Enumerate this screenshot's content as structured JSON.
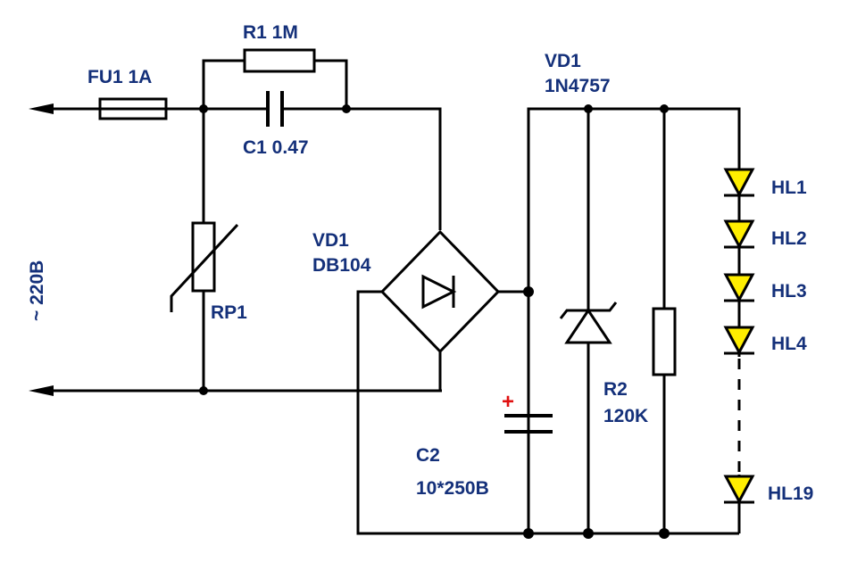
{
  "labels": {
    "fuse": "FU1 1A",
    "r1": "R1 1M",
    "c1": "C1 0.47",
    "mains": "~ 220B",
    "varistor": "RP1",
    "bridge_name": "VD1",
    "bridge_part": "DB104",
    "zener_name": "VD1",
    "zener_part": "1N4757",
    "c2_name": "C2",
    "c2_value": "10*250B",
    "c2_polarity": "+",
    "r2_name": "R2",
    "r2_value": "120K",
    "hl1": "HL1",
    "hl2": "HL2",
    "hl3": "HL3",
    "hl4": "HL4",
    "hl19": "HL19"
  },
  "colors": {
    "label": "#14307a",
    "wire": "#000000",
    "led_fill": "#ffee00",
    "polarity": "#e01010"
  }
}
